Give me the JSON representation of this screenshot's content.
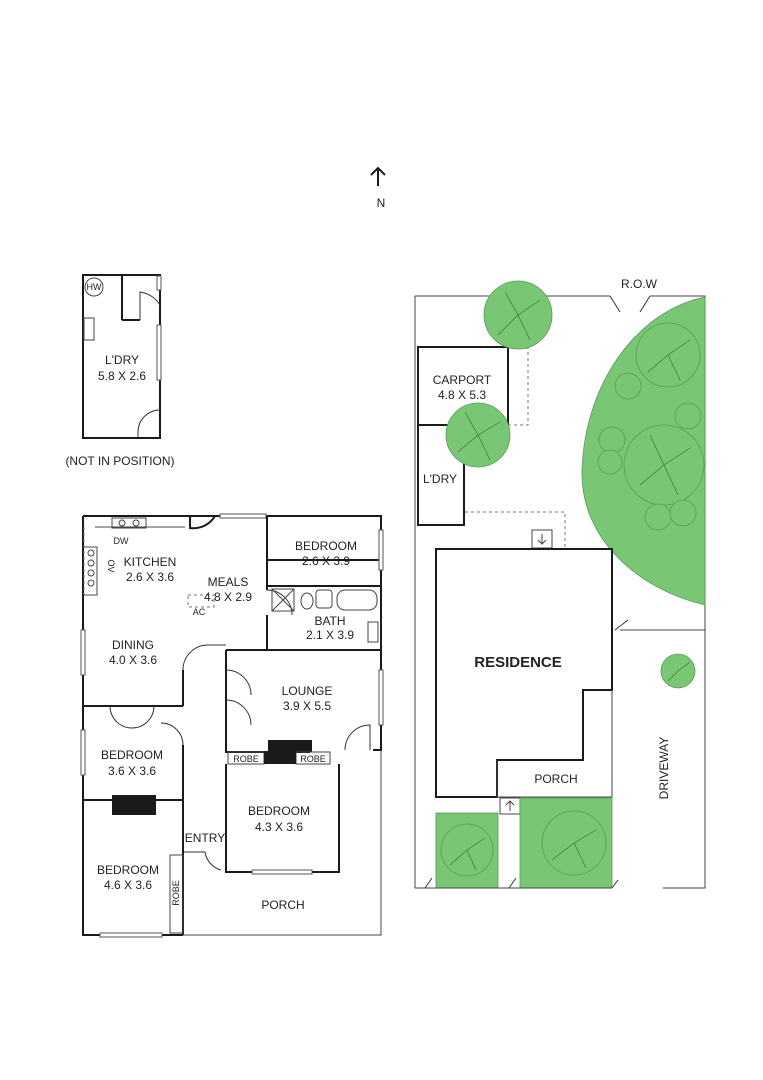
{
  "compass": {
    "letter": "N"
  },
  "laundry_annex": {
    "room": {
      "name": "L'DRY",
      "size": "5.8 X 2.6"
    },
    "hot_water_label": "HW",
    "note": "(NOT IN POSITION)"
  },
  "house": {
    "rooms": [
      {
        "name": "KITCHEN",
        "size": "2.6 X 3.6"
      },
      {
        "name": "MEALS",
        "size": "4.8 X 2.9"
      },
      {
        "name": "BEDROOM",
        "size": "2.6 X 3.9"
      },
      {
        "name": "BATH",
        "size": "2.1 X 3.9"
      },
      {
        "name": "DINING",
        "size": "4.0 X 3.6"
      },
      {
        "name": "LOUNGE",
        "size": "3.9 X 5.5"
      },
      {
        "name": "BEDROOM",
        "size": "3.6 X 3.6"
      },
      {
        "name": "BEDROOM",
        "size": "4.3 X 3.6"
      },
      {
        "name": "BEDROOM",
        "size": "4.6 X 3.6"
      }
    ],
    "labels": {
      "entry": "ENTRY",
      "porch": "PORCH",
      "robe": "ROBE",
      "dishwasher": "DW",
      "oven": "OV",
      "air_conditioner": "AC"
    }
  },
  "site": {
    "row_label": "R.O.W",
    "carport": {
      "name": "CARPORT",
      "size": "4.8 X 5.3"
    },
    "laundry_label": "L'DRY",
    "residence_label": "RESIDENCE",
    "porch_label": "PORCH",
    "driveway_label": "DRIVEWAY"
  }
}
